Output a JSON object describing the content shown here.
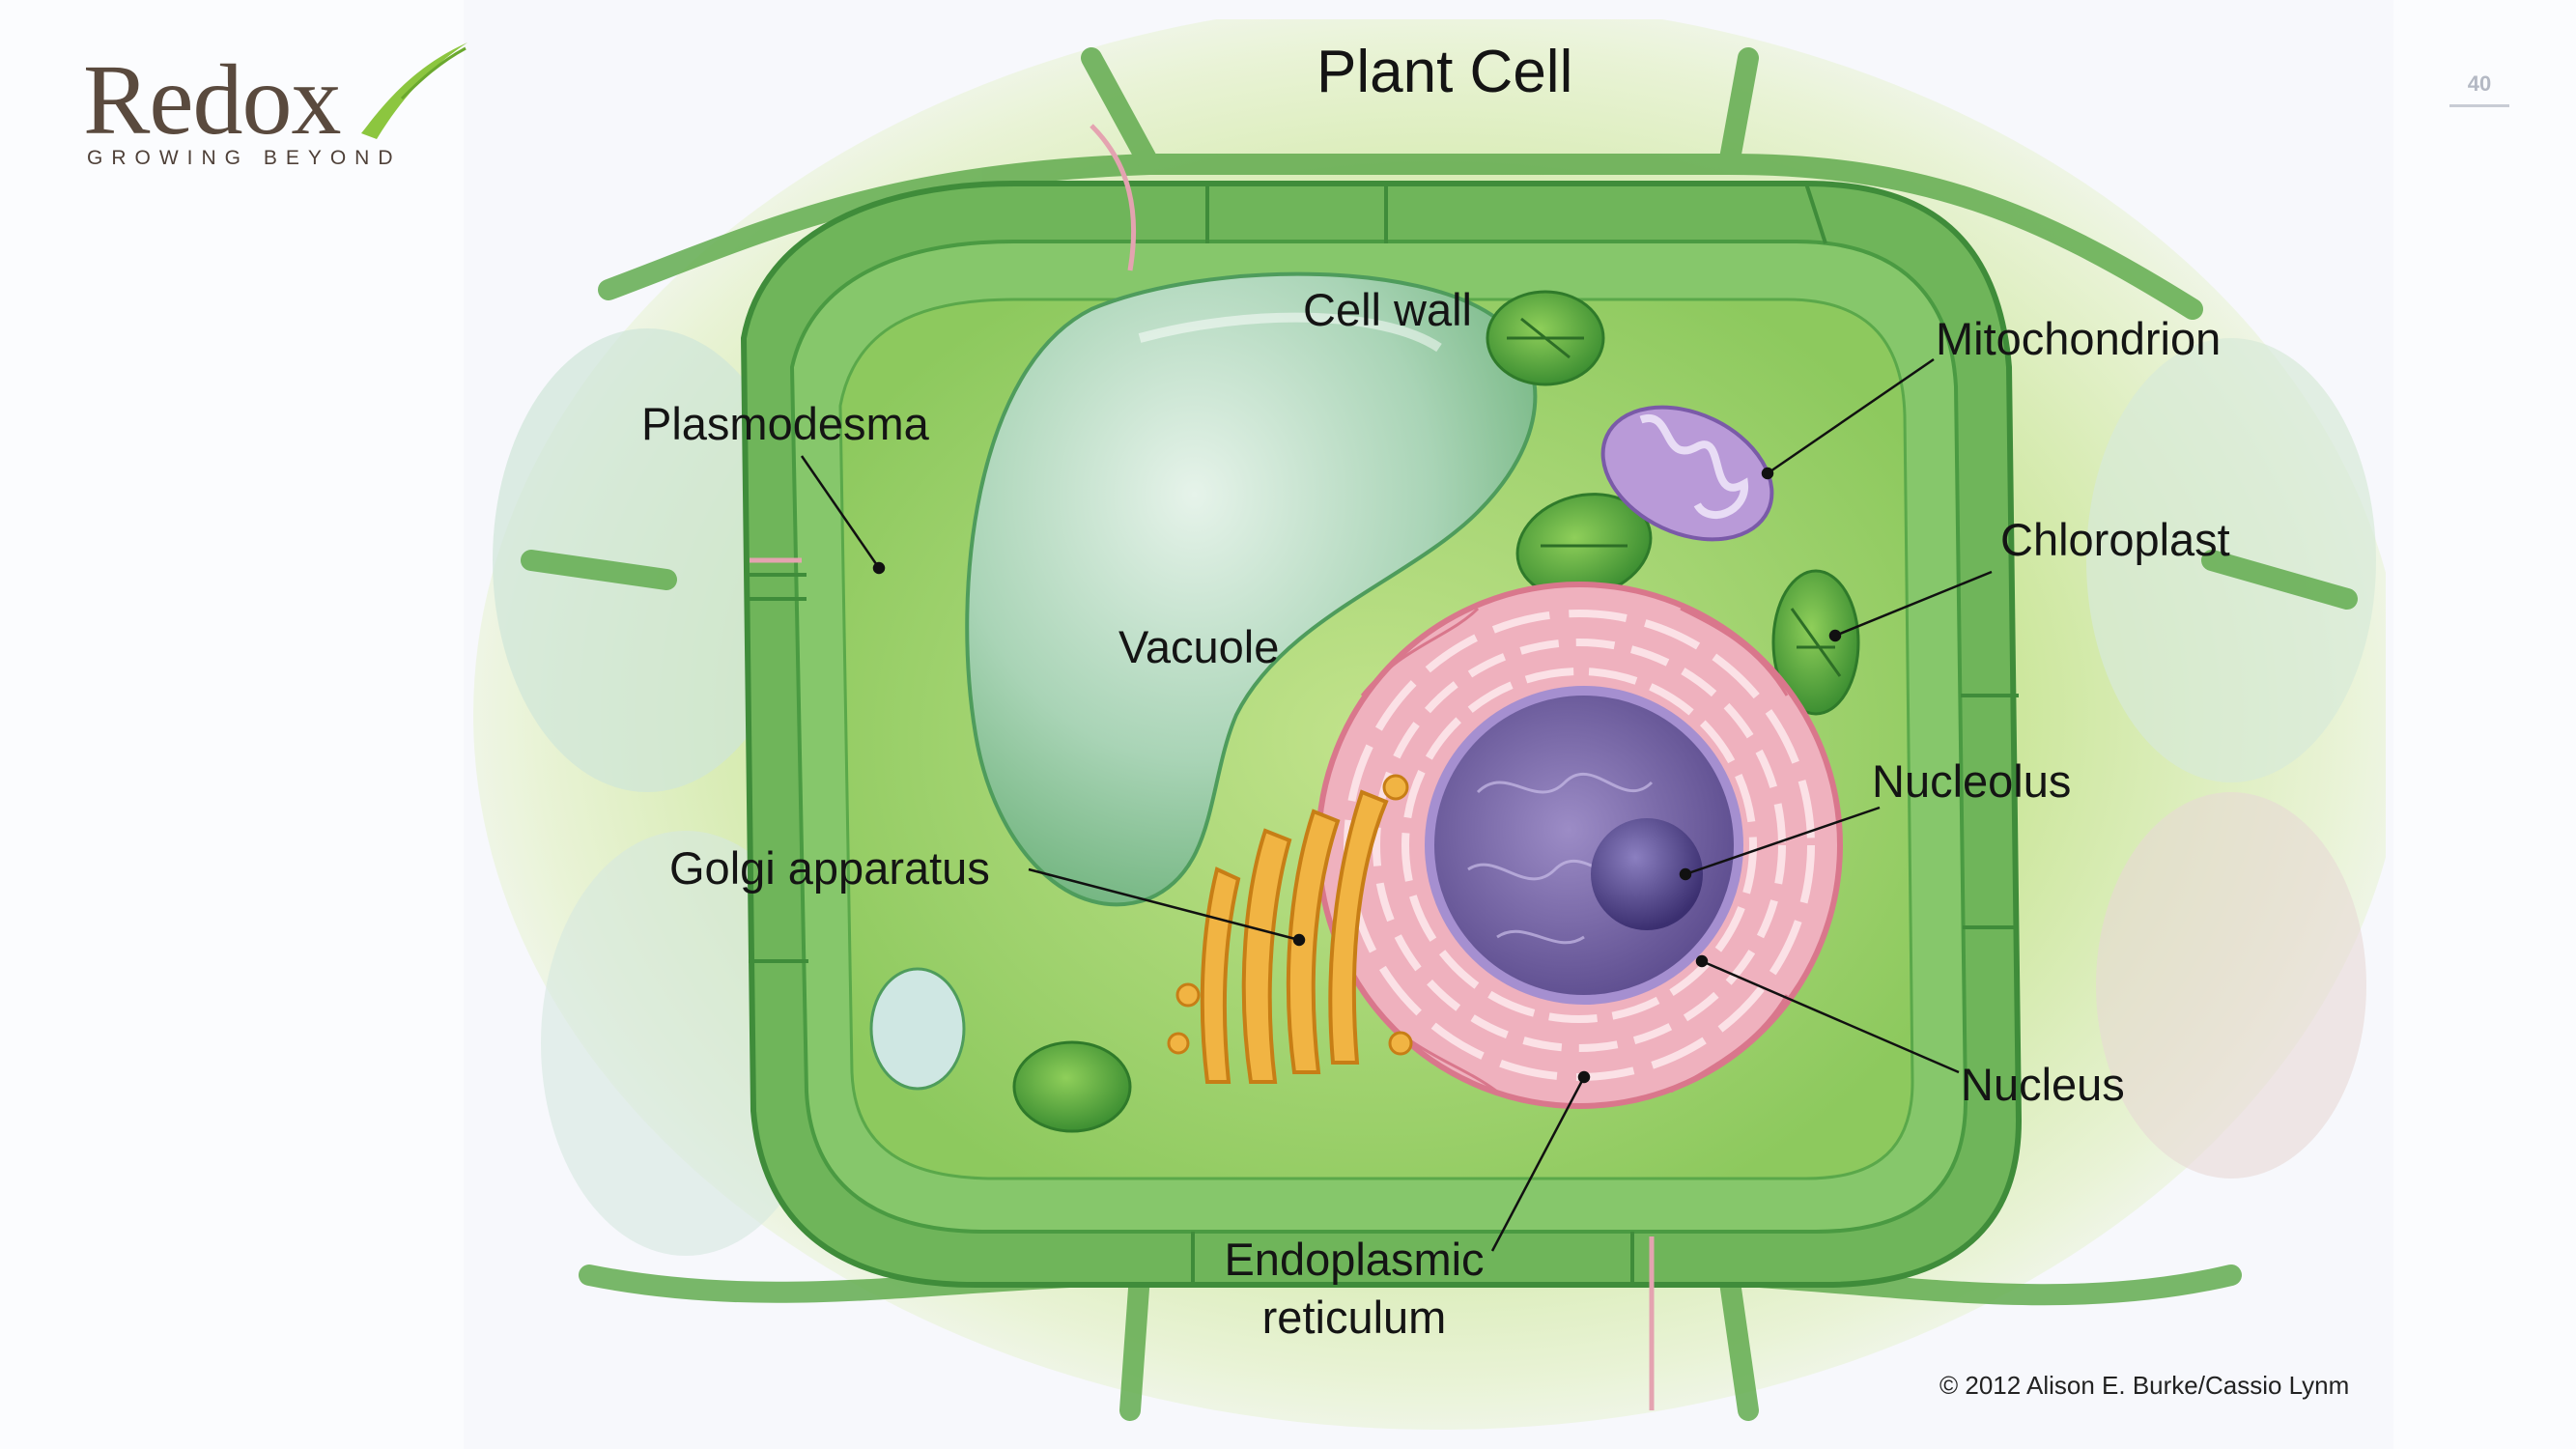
{
  "logo": {
    "brand": "Redox",
    "tagline": "GROWING BEYOND",
    "swoosh_color": "#8cc63f",
    "text_color": "#5a4a3e"
  },
  "page_number": "40",
  "diagram": {
    "title": "Plant Cell",
    "labels": {
      "cell_wall": "Cell wall",
      "plasmodesma": "Plasmodesma",
      "mitochondrion": "Mitochondrion",
      "chloroplast": "Chloroplast",
      "vacuole": "Vacuole",
      "nucleolus": "Nucleolus",
      "golgi": "Golgi apparatus",
      "nucleus": "Nucleus",
      "er_line1": "Endoplasmic",
      "er_line2": "reticulum"
    },
    "credit": "© 2012 Alison E. Burke/Cassio Lynm",
    "colors": {
      "wall": "#5aa84a",
      "cytoplasm": "#a8d670",
      "vacuole": "#b7dcc4",
      "er": "#e8879a",
      "nucleus": "#7d67a8",
      "golgi": "#e8a531",
      "mitochondrion": "#a98bd0"
    }
  }
}
